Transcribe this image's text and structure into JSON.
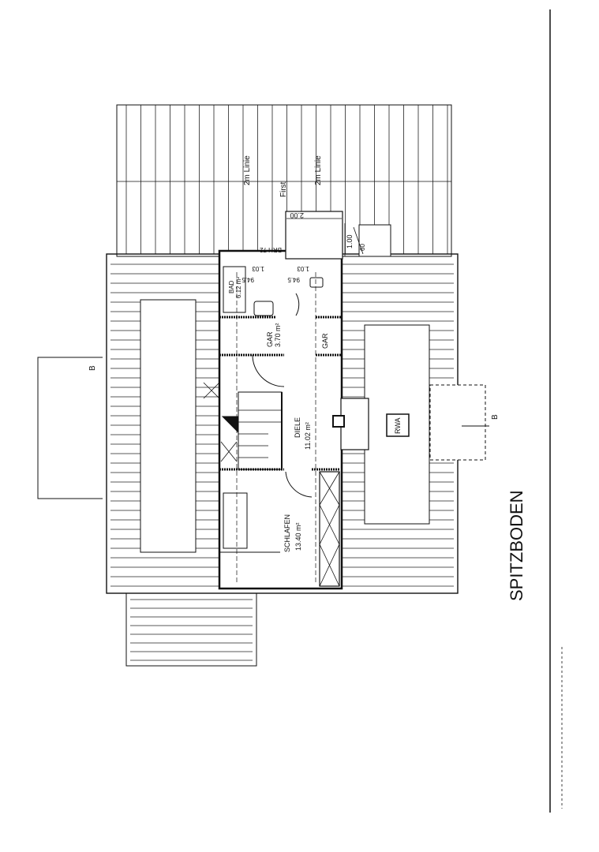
{
  "title": "SPITZBODEN",
  "labels": {
    "line_2m_left": "2m Linie",
    "line_2m_right": "2m Linie",
    "ridge": "First",
    "dim_width": "2.00",
    "dim_height": "1.00",
    "dim_small": "60",
    "brh": "BRH 72",
    "dim_103_a": "1.03",
    "dim_945_a": "94.5",
    "dim_103_b": "1.03",
    "dim_945_b": "94.5",
    "section_left": "B",
    "section_right": "B",
    "rwa": "RWA"
  },
  "rooms": [
    {
      "name": "BAD",
      "area": "6.12 m²"
    },
    {
      "name": "GAR",
      "area": "3.70 m²"
    },
    {
      "name": "GAR",
      "area": ""
    },
    {
      "name": "DIELE",
      "area": "11.02 m²"
    },
    {
      "name": "SCHLAFEN",
      "area": "13.40 m²"
    }
  ]
}
